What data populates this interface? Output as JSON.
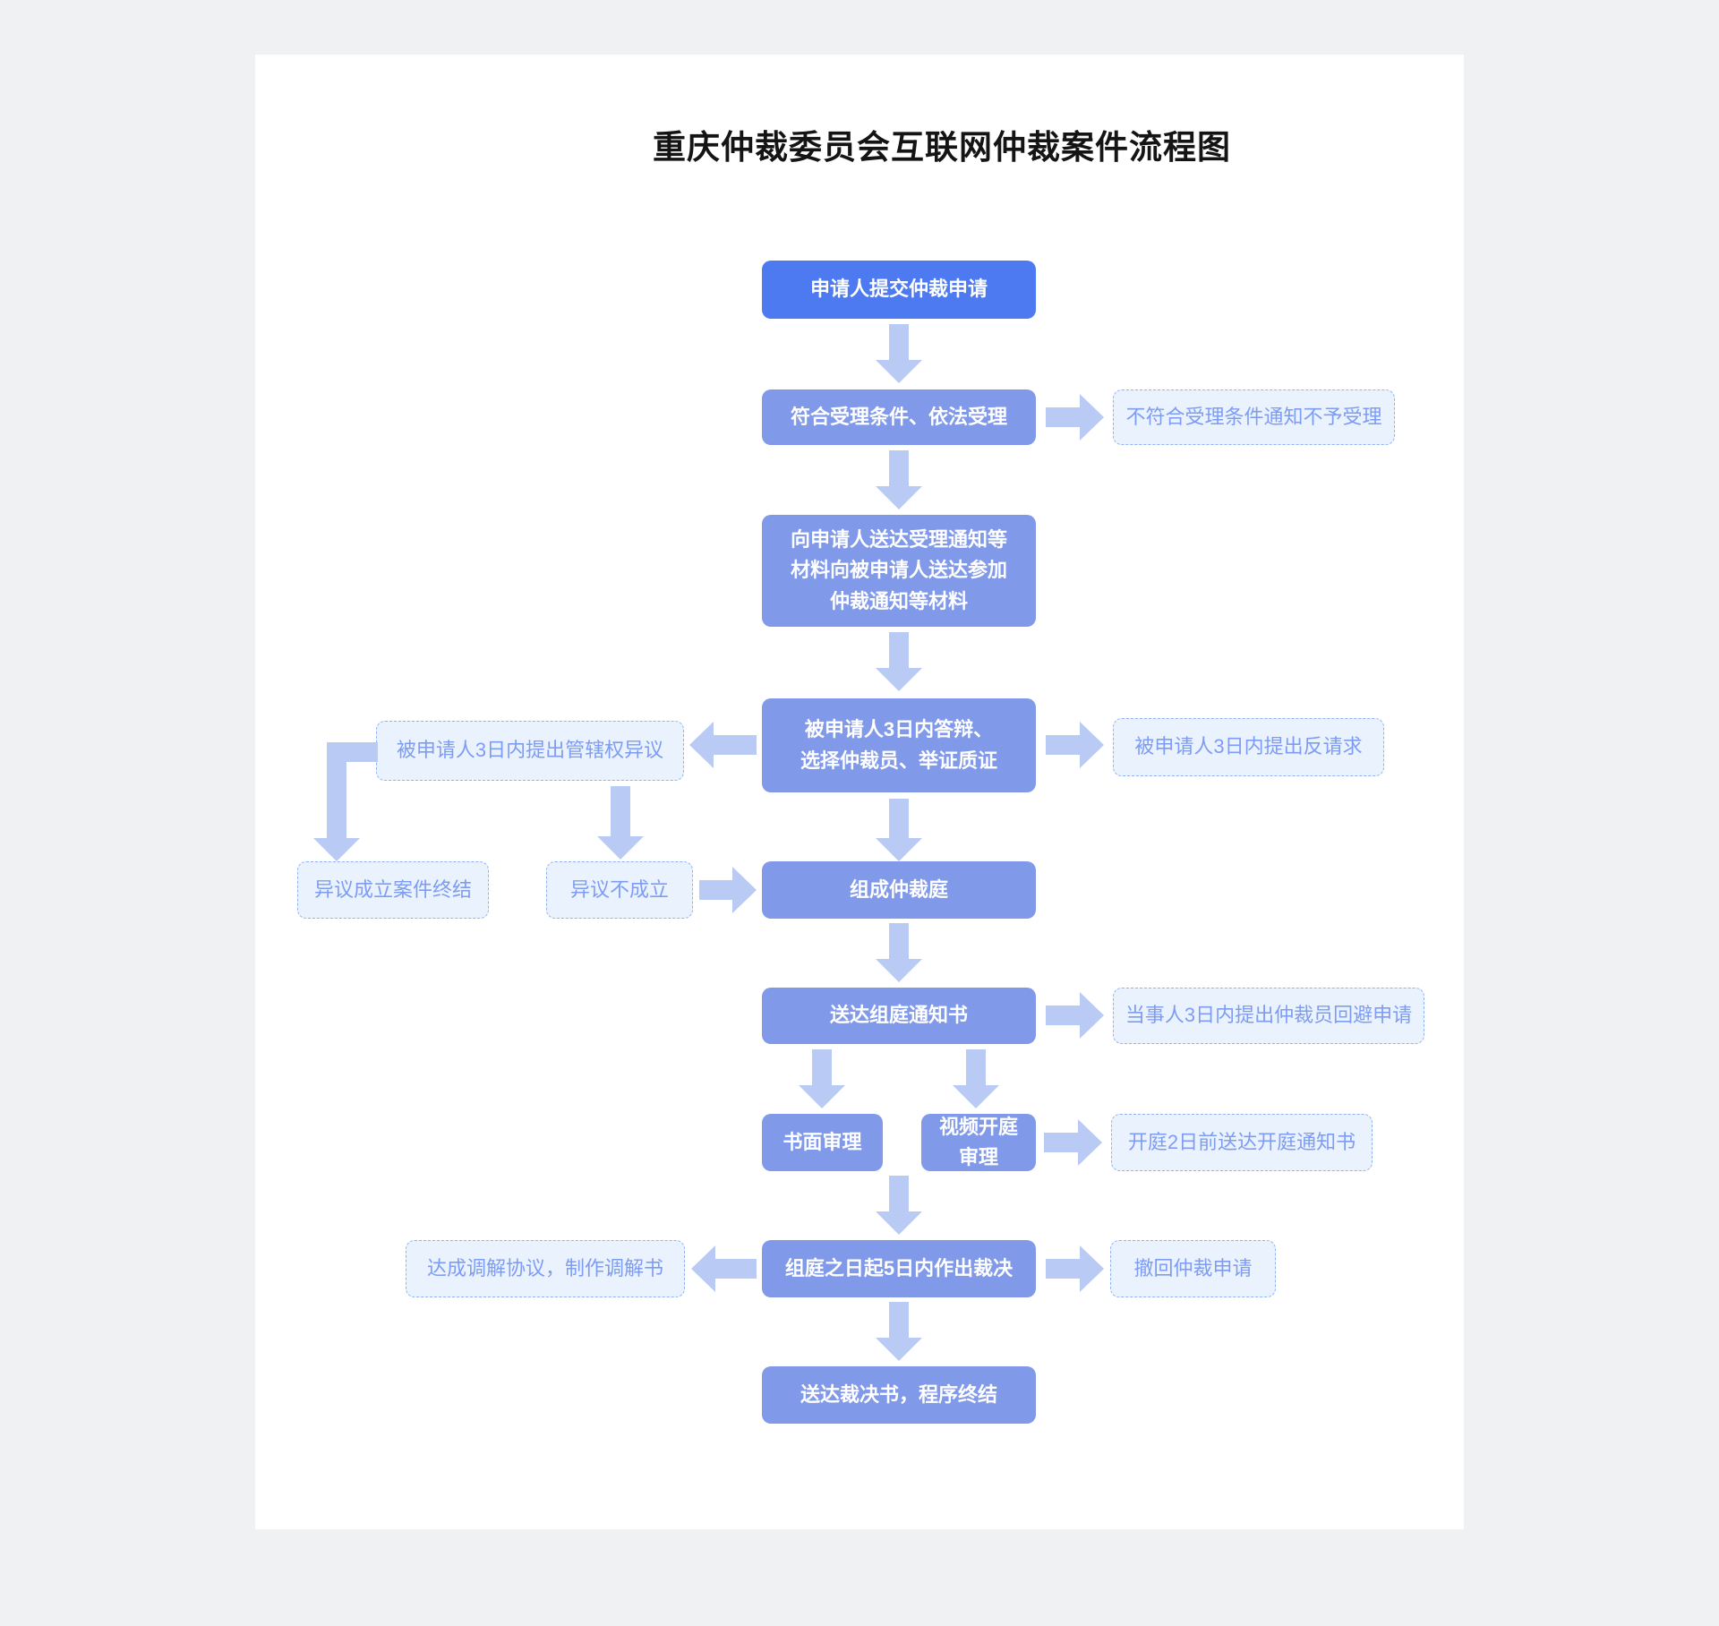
{
  "title": "重庆仲裁委员会互联网仲裁案件流程图",
  "colors": {
    "page_background": "#f0f1f3",
    "panel_background": "#ffffff",
    "primary_node": "#4d7af0",
    "secondary_node": "#8199e9",
    "arrow": "#b9cbf5",
    "callout_fill": "#eaf3fd",
    "callout_border": "#8fb4f5",
    "callout_text": "#7e9cf3",
    "node_text": "#ffffff",
    "title_text": "#141414"
  },
  "nodes": {
    "apply": {
      "label": "申请人提交仲裁申请"
    },
    "accept": {
      "label": "符合受理条件、依法受理"
    },
    "reject_notice": {
      "label": "不符合受理条件通知不予受理"
    },
    "serve": {
      "label": "向申请人送达受理通知等\n材料向被申请人送达参加\n仲裁通知等材料"
    },
    "defense": {
      "label": "被申请人3日内答辩、\n选择仲裁员、举证质证"
    },
    "jurisdiction_objection": {
      "label": "被申请人3日内提出管辖权异议"
    },
    "counterclaim": {
      "label": "被申请人3日内提出反请求"
    },
    "objection_upheld": {
      "label": "异议成立案件终结"
    },
    "objection_rejected": {
      "label": "异议不成立"
    },
    "tribunal": {
      "label": "组成仲裁庭"
    },
    "panel_notice": {
      "label": "送达组庭通知书"
    },
    "recusal_request": {
      "label": "当事人3日内提出仲裁员回避申请"
    },
    "written_review": {
      "label": "书面审理"
    },
    "video_hearing": {
      "label": "视频开庭\n审理"
    },
    "hearing_notice": {
      "label": "开庭2日前送达开庭通知书"
    },
    "award": {
      "label": "组庭之日起5日内作出裁决"
    },
    "mediation": {
      "label": "达成调解协议，制作调解书"
    },
    "withdraw": {
      "label": "撤回仲裁申请"
    },
    "final": {
      "label": "送达裁决书，程序终结"
    }
  },
  "edges": [
    {
      "from": "apply",
      "to": "accept"
    },
    {
      "from": "accept",
      "to": "reject_notice"
    },
    {
      "from": "accept",
      "to": "serve"
    },
    {
      "from": "serve",
      "to": "defense"
    },
    {
      "from": "defense",
      "to": "jurisdiction_objection"
    },
    {
      "from": "defense",
      "to": "counterclaim"
    },
    {
      "from": "defense",
      "to": "tribunal"
    },
    {
      "from": "jurisdiction_objection",
      "to": "objection_upheld"
    },
    {
      "from": "jurisdiction_objection",
      "to": "objection_rejected"
    },
    {
      "from": "objection_rejected",
      "to": "tribunal"
    },
    {
      "from": "tribunal",
      "to": "panel_notice"
    },
    {
      "from": "panel_notice",
      "to": "recusal_request"
    },
    {
      "from": "panel_notice",
      "to": "written_review"
    },
    {
      "from": "panel_notice",
      "to": "video_hearing"
    },
    {
      "from": "video_hearing",
      "to": "hearing_notice"
    },
    {
      "from": "written_review",
      "to": "award"
    },
    {
      "from": "video_hearing",
      "to": "award"
    },
    {
      "from": "award",
      "to": "mediation"
    },
    {
      "from": "award",
      "to": "withdraw"
    },
    {
      "from": "award",
      "to": "final"
    }
  ]
}
